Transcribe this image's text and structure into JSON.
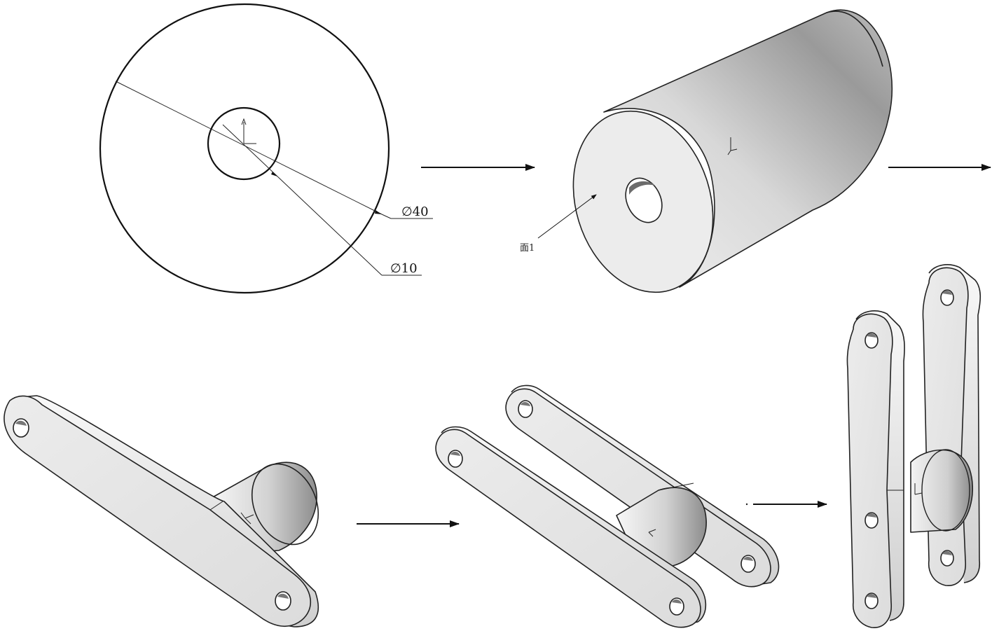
{
  "sketch": {
    "outer_dimension": "∅40",
    "inner_dimension": "∅10"
  },
  "cylinder": {
    "face_label": "面1"
  }
}
